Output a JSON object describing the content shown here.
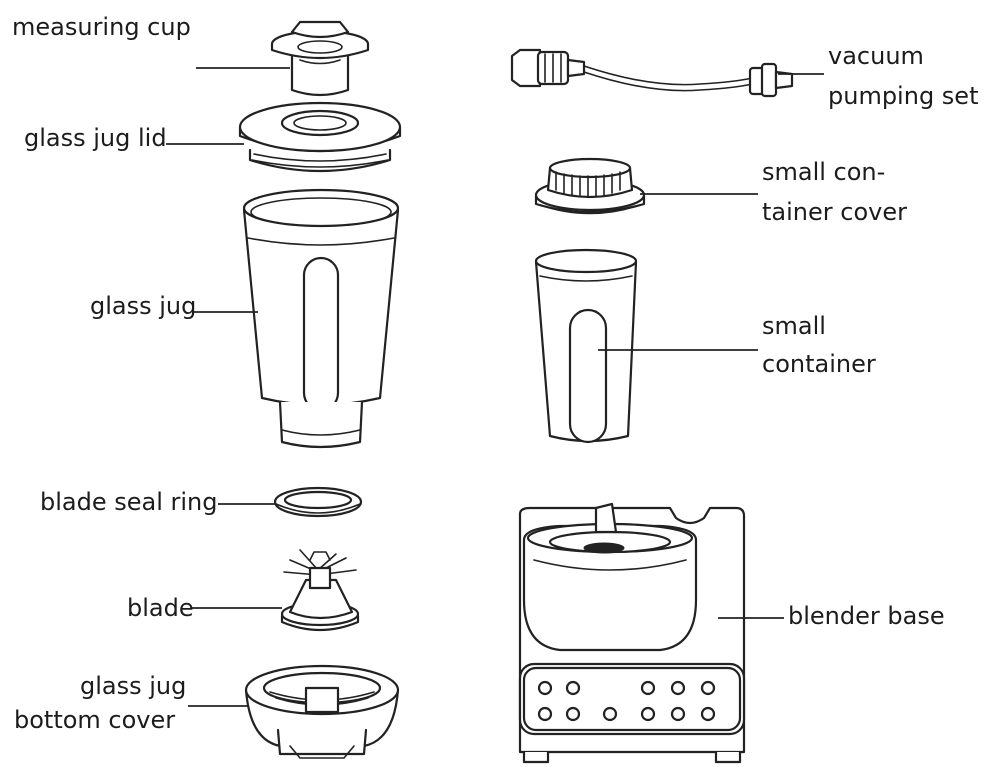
{
  "labels": {
    "measuring_cup": "measuring cup",
    "glass_jug_lid": "glass jug lid",
    "glass_jug": "glass jug",
    "blade_seal_ring": "blade seal ring",
    "blade": "blade",
    "glass_jug_bottom_cover_1": "glass jug",
    "glass_jug_bottom_cover_2": "bottom cover",
    "vacuum_pumping_set_1": "vacuum",
    "vacuum_pumping_set_2": "pumping set",
    "small_container_cover_1": "small con-",
    "small_container_cover_2": "tainer cover",
    "small_container_1": "small",
    "small_container_2": "container",
    "blender_base": "blender base"
  }
}
